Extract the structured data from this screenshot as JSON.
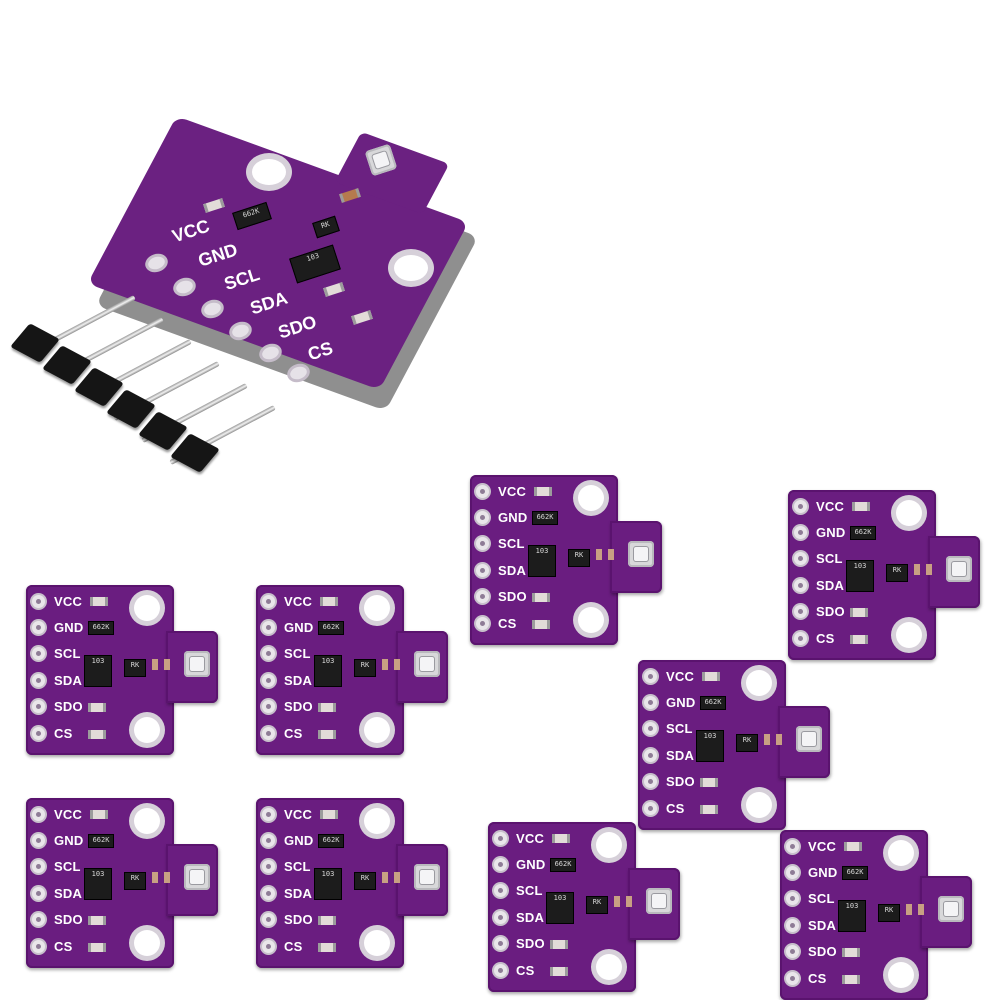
{
  "pin_labels": [
    "VCC",
    "GND",
    "SCL",
    "SDA",
    "SDO",
    "CS"
  ],
  "chip_marks": {
    "regulator": "662K",
    "mosfet": "RK",
    "resistor_array": "103"
  },
  "colors": {
    "pcb": "#6a1d80",
    "background": "#ffffff",
    "pad": "#e9e6ea"
  }
}
